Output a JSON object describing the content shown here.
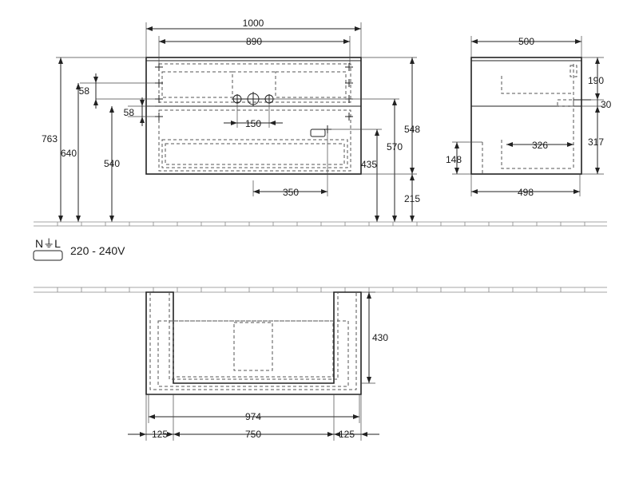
{
  "front_view": {
    "dim_width_outer": "1000",
    "dim_width_inner": "890",
    "dim_58_upper": "58",
    "dim_58_lower": "58",
    "dim_150": "150",
    "dim_763": "763",
    "dim_640": "640",
    "dim_540": "540",
    "dim_435": "435",
    "dim_350": "350",
    "dim_570": "570",
    "dim_548": "548",
    "dim_215": "215"
  },
  "side_view": {
    "dim_500": "500",
    "dim_190": "190",
    "dim_30": "30",
    "dim_317": "317",
    "dim_326": "326",
    "dim_148": "148",
    "dim_498": "498"
  },
  "electrical": {
    "symbol_label": "N⏚L",
    "voltage": "220 - 240V"
  },
  "top_view": {
    "dim_430": "430",
    "dim_974": "974",
    "dim_125_left": "125",
    "dim_750": "750",
    "dim_125_right": "125"
  }
}
